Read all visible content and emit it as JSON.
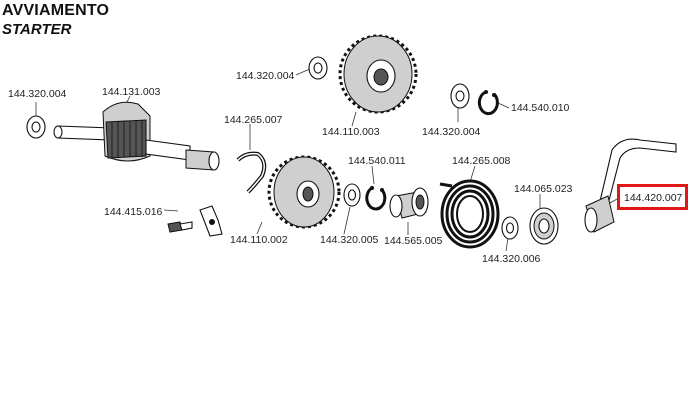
{
  "title": {
    "line1": "AVVIAMENTO",
    "line2": "STARTER"
  },
  "highlight_color": "#e01818",
  "parts": [
    {
      "id": "p1",
      "label": "144.320.004"
    },
    {
      "id": "p2",
      "label": "144.131.003"
    },
    {
      "id": "p3",
      "label": "144.320.004"
    },
    {
      "id": "p4",
      "label": "144.110.003"
    },
    {
      "id": "p5",
      "label": "144.320.004"
    },
    {
      "id": "p6",
      "label": "144.540.010"
    },
    {
      "id": "p7",
      "label": "144.265.007"
    },
    {
      "id": "p8",
      "label": "144.540.011"
    },
    {
      "id": "p9",
      "label": "144.265.008"
    },
    {
      "id": "p10",
      "label": "144.065.023"
    },
    {
      "id": "p11",
      "label": "144.420.007"
    },
    {
      "id": "p12",
      "label": "144.415.016"
    },
    {
      "id": "p13",
      "label": "144.110.002"
    },
    {
      "id": "p14",
      "label": "144.320.005"
    },
    {
      "id": "p15",
      "label": "144.565.005"
    },
    {
      "id": "p16",
      "label": "144.320.006"
    }
  ]
}
